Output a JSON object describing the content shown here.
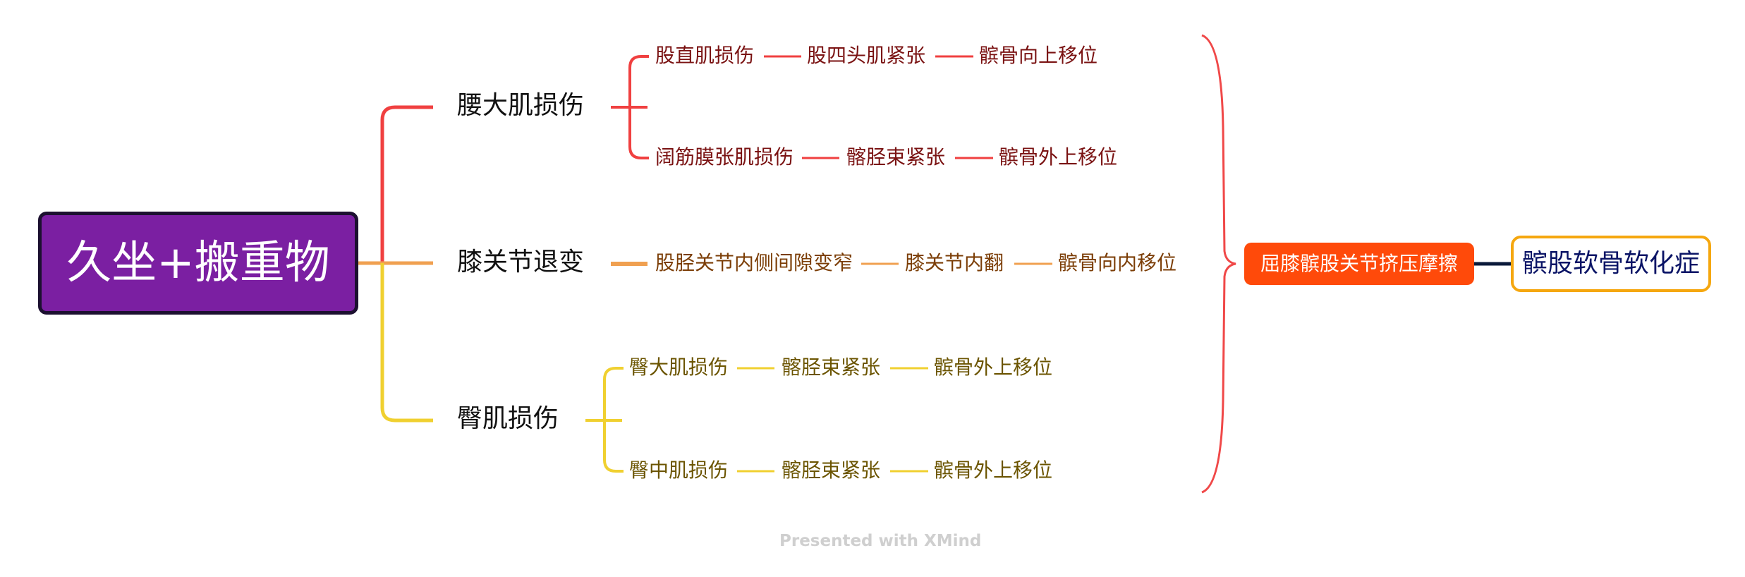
{
  "root": {
    "label": "久坐+搬重物"
  },
  "branches": [
    {
      "label": "腰大肌损伤",
      "color": "#f04040",
      "chains": [
        [
          "股直肌损伤",
          "股四头肌紧张",
          "髌骨向上移位"
        ],
        [
          "阔筋膜张肌损伤",
          "髂胫束紧张",
          "髌骨外上移位"
        ]
      ]
    },
    {
      "label": "膝关节退变",
      "color": "#f0a050",
      "chains": [
        [
          "股胫关节内侧间隙变窄",
          "膝关节内翻",
          "髌骨向内移位"
        ]
      ]
    },
    {
      "label": "臀肌损伤",
      "color": "#f0d030",
      "chains": [
        [
          "臀大肌损伤",
          "髂胫束紧张",
          "髌骨外上移位"
        ],
        [
          "臀中肌损伤",
          "髂胫束紧张",
          "髌骨外上移位"
        ]
      ]
    }
  ],
  "result": {
    "label": "屈膝髌股关节挤压摩擦",
    "color": "#ff4a0a"
  },
  "final": {
    "label": "髌股软骨软化症",
    "border_color": "#f5a70f"
  },
  "footer": {
    "text": "Presented with XMind"
  }
}
